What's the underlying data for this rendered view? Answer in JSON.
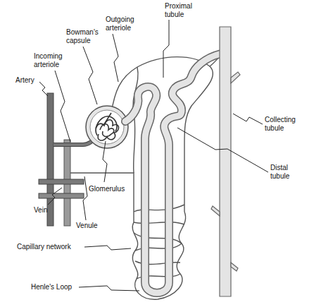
{
  "diagram": {
    "labels": [
      "Proximal tubule",
      "Outgoing arteriole",
      "Bowman's capsule",
      "Incoming arteriole",
      "Artery",
      "Collecting tubule",
      "Distal tubule",
      "Glomerulus",
      "Vein",
      "Venule",
      "Capillary network",
      "Henle's Loop"
    ]
  }
}
